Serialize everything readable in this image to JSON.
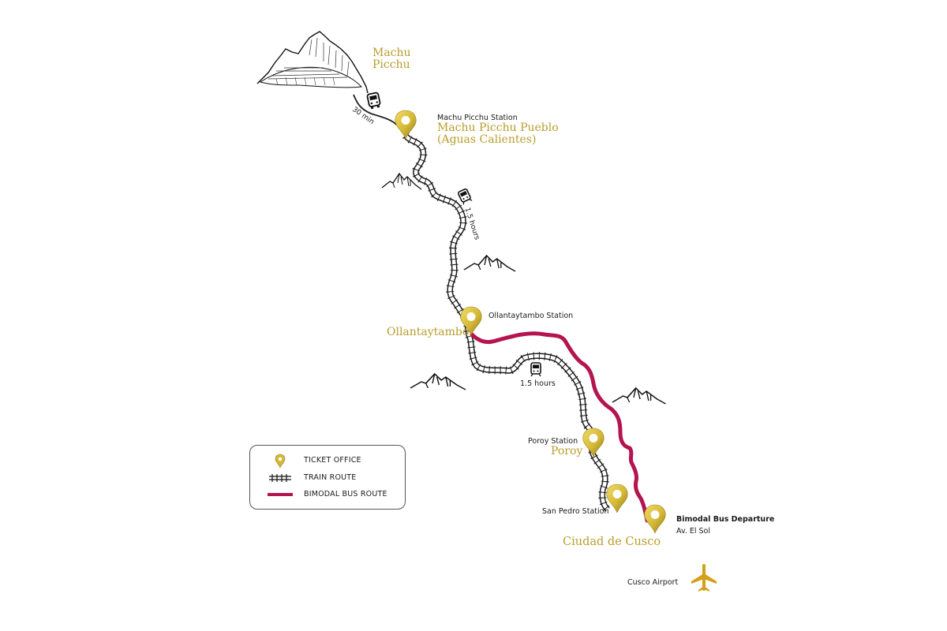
{
  "places": {
    "machu_picchu": {
      "label": "Machu\nPicchu",
      "line1": "Machu",
      "line2": "Picchu"
    },
    "aguas_calientes": {
      "station": "Machu Picchu Station",
      "city_line1": "Machu Picchu Pueblo",
      "city_line2": "(Aguas Calientes)"
    },
    "ollantaytambo": {
      "station": "Ollantaytambo Station",
      "city": "Ollantaytambo"
    },
    "poroy": {
      "station": "Poroy Station",
      "city": "Poroy"
    },
    "san_pedro": {
      "station": "San Pedro Station"
    },
    "bimodal": {
      "title": "Bimodal Bus Departure",
      "subtitle": "Av. El Sol"
    },
    "cusco": {
      "city": "Ciudad de Cusco"
    },
    "airport": {
      "label": "Cusco Airport",
      "icon": "airplane-icon"
    }
  },
  "durations": {
    "bus_to_machu_picchu": "30 min",
    "train_aguas_to_ollanta": "1.5 hours",
    "train_ollanta_to_poroy": "1.5 hours"
  },
  "legend": {
    "items": [
      {
        "label": "TICKET OFFICE",
        "icon": "map-pin-icon"
      },
      {
        "label": "TRAIN ROUTE",
        "icon": "railway-track-icon"
      },
      {
        "label": "BIMODAL BUS ROUTE",
        "icon": "bus-route-line-icon"
      }
    ]
  },
  "colors": {
    "gold": "#b89d2c",
    "pin": "#d4b836",
    "bus_route": "#b4144f",
    "track": "#1a1a1a"
  }
}
